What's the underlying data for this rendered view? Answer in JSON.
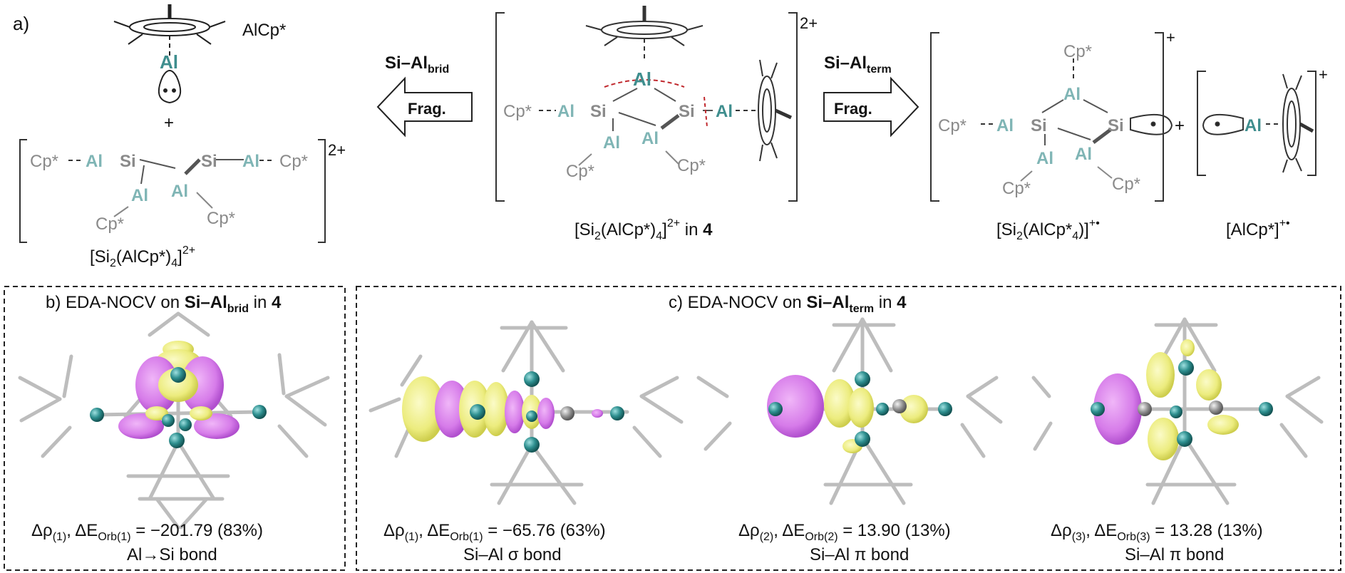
{
  "panel_a": {
    "label": "a)",
    "alcp_label": "AlCp*",
    "plus_sign": "+",
    "left_ion_charge": "2+",
    "left_formula_main": "[Si",
    "left_formula_sub1": "2",
    "left_formula_mid": "(AlCp*)",
    "left_formula_sub2": "4",
    "left_formula_end": "]",
    "left_formula_sup": "2+",
    "center_charge": "2+",
    "center_formula_main": "[Si",
    "center_formula_sub1": "2",
    "center_formula_mid": "(AlCp*)",
    "center_formula_sub2": "4",
    "center_formula_end": "]",
    "center_formula_sup": "2+",
    "center_formula_in": " in ",
    "center_formula_cmpd": "4",
    "arrow_left_title_main": "Si–Al",
    "arrow_left_title_sub": "brid",
    "arrow_right_title_main": "Si–Al",
    "arrow_right_title_sub": "term",
    "arrow_label": "Frag.",
    "right1_charge": "+",
    "right1_formula_main": "[Si",
    "right1_formula_sub1": "2",
    "right1_formula_mid": "(AlCp*",
    "right1_formula_sub2": "4",
    "right1_formula_end": ")]",
    "right1_formula_sup": "+•",
    "right2_charge": "+",
    "right2_formula_main": "[AlCp*]",
    "right2_formula_sup": "+•",
    "plus_right": "+",
    "atoms": {
      "al": "Al",
      "si": "Si",
      "cp": "Cp*"
    }
  },
  "panel_b": {
    "title_pre": "b) EDA-NOCV on ",
    "title_bold_main": "Si–Al",
    "title_bold_sub": "brid",
    "title_post": " in ",
    "title_cmpd": "4",
    "caption1_rho": "Δρ",
    "caption1_rho_sub": "(1)",
    "caption1_e": ", ΔE",
    "caption1_e_sub": "Orb(1)",
    "caption1_value": " = −201.79 (83%)",
    "caption2": "Al→Si bond"
  },
  "panel_c": {
    "title_pre": "c) EDA-NOCV on ",
    "title_bold_main": "Si–Al",
    "title_bold_sub": "term",
    "title_post": " in ",
    "title_cmpd": "4",
    "items": [
      {
        "rho_sub": "(1)",
        "e_sub": "Orb(1)",
        "value": " = −65.76 (63%)",
        "bond": "Si–Al σ bond"
      },
      {
        "rho_sub": "(2)",
        "e_sub": "Orb(2)",
        "value": " = 13.90 (13%)",
        "bond": "Si–Al π bond"
      },
      {
        "rho_sub": "(3)",
        "e_sub": "Orb(3)",
        "value": " = 13.28 (13%)",
        "bond": "Si–Al π bond"
      }
    ],
    "rho_symbol": "Δρ",
    "e_symbol": ", ΔE"
  },
  "colors": {
    "magenta_lobe": "#d67be9",
    "yellow_lobe": "#ecec7e",
    "teal_atom": "#2e8f8f",
    "bond_gray": "#bdbdbd"
  }
}
